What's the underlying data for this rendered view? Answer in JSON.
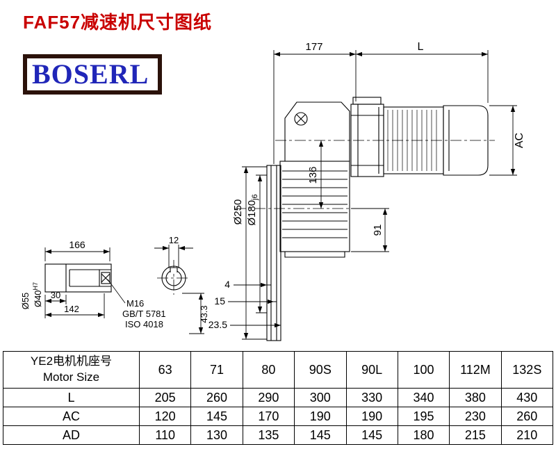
{
  "page": {
    "title": "FAF57减速机尺寸图纸",
    "brand": "BOSERL"
  },
  "drawing": {
    "dim_177": "177",
    "dim_L": "L",
    "dim_AC": "AC",
    "dim_250": "Ø250",
    "dim_180": "Ø180",
    "dim_180_tol": "j6",
    "dim_136": "136",
    "dim_91": "91",
    "dim_4": "4",
    "dim_15": "15",
    "dim_23_5": "23.5",
    "detail": {
      "dim_166": "166",
      "dim_12": "12",
      "dim_30": "30",
      "dim_142": "142",
      "dim_55": "Ø55",
      "dim_40": "Ø40",
      "dim_40_tol": "H7",
      "dim_43_3": "43.3",
      "thread": "M16",
      "std_gb": "GB/T 5781",
      "std_iso": "ISO 4018"
    }
  },
  "table": {
    "header": {
      "line1": "YE2电机机座号",
      "line2": "Motor Size",
      "sizes": [
        "63",
        "71",
        "80",
        "90S",
        "90L",
        "100",
        "112M",
        "132S"
      ]
    },
    "rows": [
      {
        "label": "L",
        "values": [
          "205",
          "260",
          "290",
          "300",
          "330",
          "340",
          "380",
          "430"
        ]
      },
      {
        "label": "AC",
        "values": [
          "120",
          "145",
          "170",
          "190",
          "190",
          "195",
          "230",
          "260"
        ]
      },
      {
        "label": "AD",
        "values": [
          "110",
          "130",
          "135",
          "145",
          "145",
          "180",
          "215",
          "210"
        ]
      }
    ]
  },
  "colors": {
    "title_red": "#c90000",
    "brand_blue": "#2026b8",
    "logo_border": "#2b120a",
    "line": "#000000"
  }
}
